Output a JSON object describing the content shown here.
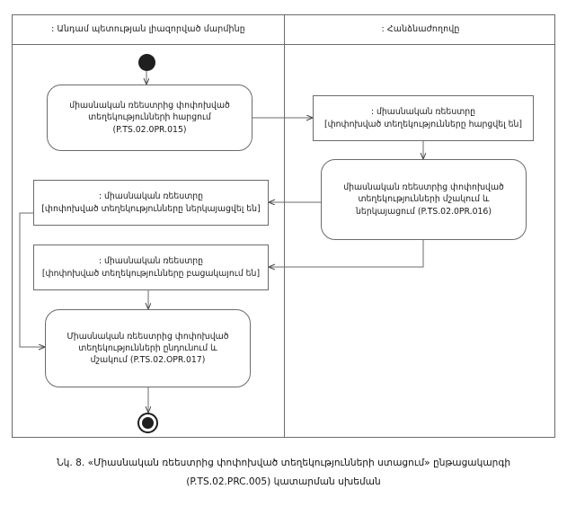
{
  "diagram": {
    "type": "uml-activity-swimlane",
    "lanes": [
      {
        "id": "member-state-authority",
        "title": ": Անդամ պետության լիազորված մարմինը"
      },
      {
        "id": "commission",
        "title": ": Հանձնաժողովը"
      }
    ],
    "nodes": {
      "start": {
        "kind": "initial-node",
        "lane": "member-state-authority"
      },
      "activity_opr015": {
        "kind": "activity",
        "lane": "member-state-authority",
        "line1": "միասնական ռեեստրից փոփոխված",
        "line2": "տեղեկությունների հարցում",
        "line3": "(P.TS.02.0PR.015)"
      },
      "object_requested": {
        "kind": "object-node",
        "lane": "commission",
        "line1": ": միասնական ռեեստրը",
        "line2": "[փոփոխված տեղեկությունները հարցվել են]"
      },
      "activity_opr016": {
        "kind": "activity",
        "lane": "commission",
        "line1": "միասնական ռեեստրից փոփոխված",
        "line2": "տեղեկությունների մշակում և",
        "line3": "ներկայացում (P.TS.02.0PR.016)"
      },
      "object_presented": {
        "kind": "object-node",
        "lane": "member-state-authority",
        "line1": ": միասնական ռեեստրը",
        "line2": "[փոփոխված տեղեկությունները ներկայացվել են]"
      },
      "object_absent": {
        "kind": "object-node",
        "lane": "member-state-authority",
        "line1": ": միասնական ռեեստրը",
        "line2": "[փոփոխված տեղեկությունները բացակայում են]"
      },
      "activity_opr017": {
        "kind": "activity",
        "lane": "member-state-authority",
        "line1": "Միասնական ռեեստրից փոփոխված",
        "line2": "տեղեկությունների ընդունում և",
        "line3": "մշակում (P.TS.02.OPR.017)"
      },
      "end": {
        "kind": "final-node",
        "lane": "member-state-authority"
      }
    },
    "colors": {
      "line": "#6b6b6b",
      "marker": "#1f1f1f",
      "text": "#1a1a1a",
      "background": "#ffffff"
    }
  },
  "caption": {
    "line1": "Նկ. 8. «Միասնական ռեեստրից փոփոխված տեղեկությունների ստացում» ընթացակարգի",
    "line2": "(P.TS.02.PRC.005) կատարման սխեման"
  }
}
